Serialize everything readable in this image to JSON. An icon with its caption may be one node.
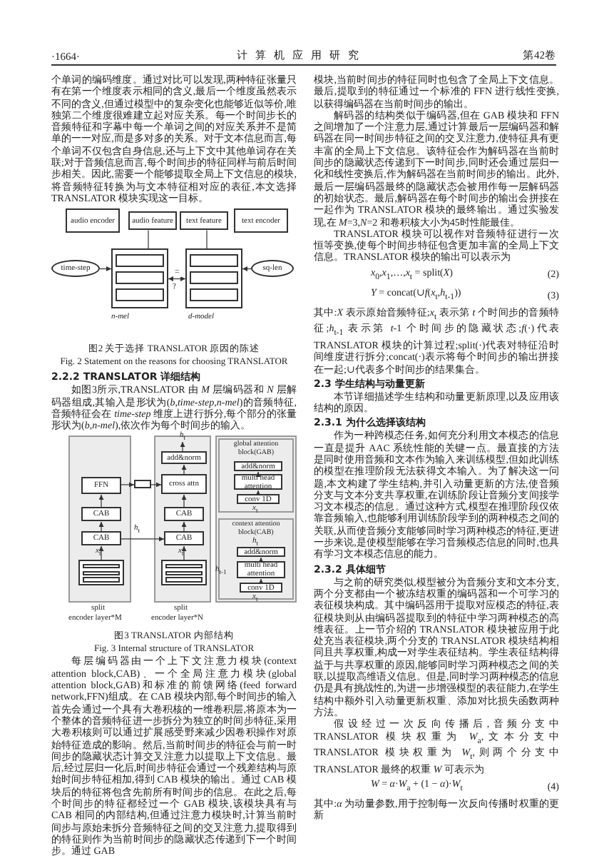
{
  "diagram": {
    "nodes": [
      {
        "text": [
          "audio encoder"
        ]
      },
      {
        "text": [
          "audio feature"
        ]
      },
      {
        "text": [
          "text feature"
        ]
      },
      {
        "text": [
          "text encoder"
        ]
      },
      {
        "text": [
          "time-step"
        ]
      },
      {
        "text": [
          "sq-len"
        ]
      },
      {
        "text": [],
        "shape": "box"
      },
      {
        "text": [],
        "shape": "box"
      },
      {
        "text": [],
        "shape": "box"
      },
      {
        "text": [
          "FFN"
        ],
        "in": 8
      },
      {
        "text": [
          "CAB"
        ],
        "in": 8
      },
      {
        "text": [
          "CAB"
        ],
        "in": 8
      },
      {
        "text": [],
        "shape": "box",
        "in": 8
      },
      {
        "text": [],
        "shape": "box"
      },
      {
        "text": [
          "add&norm"
        ],
        "in": 13
      },
      {
        "text": [
          "cross attn"
        ],
        "in": 13
      },
      {
        "text": [
          "CAB"
        ],
        "in": 13
      },
      {
        "text": [
          "CAB"
        ],
        "in": 13
      },
      {
        "text": [],
        "shape": "box",
        "in": 13
      },
      {
        "text": [
          "global attention block(GAB)"
        ]
      },
      {
        "text": [
          "add&norm"
        ],
        "in": 19
      },
      {
        "text": [
          "multi head attention"
        ],
        "in": 19
      },
      {
        "text": [
          "conv 1D"
        ],
        "in": 19
      },
      {
        "text": [
          "context attention block(CAB)"
        ]
      },
      {
        "text": [
          "add&norm"
        ],
        "in": 23
      },
      {
        "text": [
          "multi head attention"
        ],
        "in": 23
      },
      {
        "text": [
          "conv 1D"
        ],
        "in": 23
      },
      {
        "text": [],
        "shape": "box"
      },
      {
        "text": [
          "*h*$_{t}$"
        ]
      }
    ],
    "edges": [
      {
        "from": 1,
        "to": 6,
        "arrow": "none"
      },
      {
        "from": 2,
        "to": 7,
        "arrow": "none"
      },
      {
        "from": 4,
        "to": 6,
        "arrow": "to"
      },
      {
        "from": 5,
        "to": 7,
        "arrow": "to"
      },
      {
        "from": 6,
        "to": 7,
        "arrow": "both",
        "label": "="
      },
      {
        "from": 12,
        "to": 11,
        "arrow": "to"
      },
      {
        "from": 11,
        "to": 10,
        "arrow": "to"
      },
      {
        "from": 10,
        "to": 9,
        "arrow": "to"
      },
      {
        "from": 9,
        "to": 27,
        "arrow": "to"
      },
      {
        "from": 27,
        "to": 15,
        "arrow": "to"
      },
      {
        "from": 18,
        "to": 17,
        "arrow": "to"
      },
      {
        "from": 17,
        "to": 16,
        "arrow": "to"
      },
      {
        "from": 16,
        "to": 15,
        "arrow": "to"
      },
      {
        "from": 15,
        "to": 14,
        "arrow": "to"
      },
      {
        "from": 14,
        "to": 28,
        "arrow": "to"
      },
      {
        "from": 11,
        "to": 17,
        "arrow": "to"
      },
      {
        "from": 22,
        "to": 21,
        "arrow": "to"
      },
      {
        "from": 21,
        "to": 20,
        "arrow": "to"
      },
      {
        "from": 26,
        "to": 25,
        "arrow": "to"
      },
      {
        "from": 25,
        "to": 24,
        "arrow": "to"
      }
    ],
    "labels": [
      "·1664·",
      "计算机应用研究",
      "第42卷",
      "个单词的编码维度。通过对比可以发现,两种特征张量只有在第一个维度表示相同的含义,最后一个维度虽然表示不同的含义,但通过模型中的复杂变化也能够近似等价,唯独第二个维度很难建立起对应关系。每一个时间步长的音频特征和字幕中每一个单词之间的对应关系并不是简单的一一对应,而是多对多的关系。对于文本信息而言,每个单词不仅包含自身信息,还与上下文中其他单词存在关联;对于音频信息而言,每个时间步的特征同样与前后时间步相关。因此,需要一个能够提取全局上下文信息的模块,将音频特征转换为与文本特征相对应的表征,本文选择 TRANSLATOR 模块实现这一目标。",
      "*n-mel*",
      "*d-model*",
      "?",
      "图2 关于选择 TRANSLATOR 原因的陈述",
      "Fig. 2 Statement on the reasons for choosing TRANSLATOR",
      "2.2.2 TRANSLATOR 详细结构",
      "如图3所示,TRANSLATOR 由 *M* 层编码器和 *N* 层解码器组成,其输入是形状为(*b*,*time-step*,*n-mel*)的音频特征,音频特征会在 *time-step* 维度上进行拆分,每个部分的张量形状为(*b*,*n-mel*),依次作为每个时间步的输入。",
      "*x*$_{t}$",
      "*h*$_{t}$",
      "split",
      "encoder layer*M",
      "*x*$_{t}$",
      "split",
      "encoder layer*N",
      "*x*$_{t}$",
      "*h*$_{t}$",
      "*h*$_{t-1}$",
      "*x*$_{t}$",
      "图3 TRANSLATOR 内部结构",
      "Fig. 3 Internal structure of TRANSLATOR",
      "每层编码器由一个上下文注意力模块(context attention block,CAB)、一个全局注意力模块(global attention block,GAB)和标准的前馈网络(feed forward network,FFN)组成。在 CAB 模块内部,每个时间步的输入首先会通过一个具有大卷积核的一维卷积层,将原本为一个整体的音频特征进一步拆分为独立的时间步特征,采用大卷积核则可以通过扩展感受野来减少因卷积操作对原始特征造成的影响。然后,当前时间步的特征会与前一时间步的隐藏状态计算交叉注意力以提取上下文信息。最后,经过层归一化后,时间步特征会通过一个残差结构与原始时间步特征相加,得到 CAB 模块的输出。通过 CAB 模块后的特征将包含先前所有时间步的信息。在此之后,每个时间步的特征都经过一个 GAB 模块,该模块具有与 CAB 相同的内部结构,但通过注意力模块时,计算当前时间步与原始未拆分音频特征之间的交叉注意力,提取得到的特征则作为当前时间步的隐藏状态传递到下一个时间步。通过 GAB",
      "模块,当前时间步的特征同时也包含了全局上下文信息。最后,提取到的特征通过一个标准的 FFN 进行线性变换,以获得编码器在当前时间步的输出。",
      "解码器的结构类似于编码器,但在 GAB 模块和 FFN 之间增加了一个注意力层,通过计算最后一层编码器和解码器在同一时间步特征之间的交叉注意力,使特征具有更丰富的全局上下文信息。该特征会作为解码器在当前时间步的隐藏状态传递到下一时间步,同时还会通过层归一化和线性变换后,作为解码器在当前时间步的输出。此外,最后一层编码器最终的隐藏状态会被用作每一层解码器的初始状态。最后,解码器在每个时间步的输出会拼接在一起作为 TRANSLATOR 模块的最终输出。通过实验发现,在 *M*=3,*N*=2 和卷积核大小为45时性能最佳。",
      "TRANSLATOR 模块可以视作对音频特征进行一次恒等变换,使每个时间步特征包含更加丰富的全局上下文信息。TRANSLATOR 模块的输出可以表示为",
      "*x*$_{0}$,*x*$_{1}$,…,*x*$_{t}$ = split(*X*)",
      "(2)",
      "*Y* = concat(∪*f*(*x*$_{t}$,*h*$_{t-1}$))",
      "(3)",
      "其中:*X* 表示原始音频特征;*x*$_{t}$ 表示第 *t* 个时间步的音频特征;*h*$_{t-1}$ 表示第 *t*-1 个时间步的隐藏状态;*f*(·)代表 TRANSLATOR 模块的计算过程;split(·)代表对特征沿时间维度进行拆分;concat(·)表示将每个时间步的输出拼接在一起;∪代表多个时间步的结果集合。",
      "2.3 学生结构与动量更新",
      "本节详细描述学生结构和动量更新原理,以及应用该结构的原因。",
      "2.3.1 为什么选择该结构",
      "作为一种跨模态任务,如何充分利用文本模态的信息一直是提升 AAC 系统性能的关键一点。最直接的方法是同时使用音频和文本作为输入来训练模型,但如此训练的模型在推理阶段无法获得文本输入。为了解决这一问题,本文构建了学生结构,并引入动量更新的方法,使音频分支与文本分支共享权重,在训练阶段让音频分支间接学习文本模态的信息。通过这种方式,模型在推理阶段仅依靠音频输入,也能够利用训练阶段学到的两种模态之间的关联,从而使音频分支能够同时学习两种模态的特征,更进一步来说,是使模型能够在学习音频模态信息的同时,也具有学习文本模态信息的能力。",
      "2.3.2 具体细节",
      "与之前的研究类似,模型被分为音频分支和文本分支,两个分支都由一个被冻结权重的编码器和一个可学习的表征模块构成。其中编码器用于提取对应模态的特征,表征模块则从由编码器提取到的特征中学习两种模态的高维表征。上一节介绍的 TRANSLATOR 模块被应用于此处充当表征模块,两个分支的 TRANSLATOR 模块结构相同且共享权重,构成一对学生表征结构。学生表征结构得益于与共享权重的原因,能够同时学习两种模态之间的关联,以提取高维语义信息。但是,同时学习两种模态的信息仍是具有挑战性的,为进一步增强模型的表征能力,在学生结构中额外引入动量更新权重、添加对比损失函数两种方法。",
      "假设经过一次反向传播后,音频分支中 TRANSLATOR 模块权重为 *W*$_{a}$,文本分支中 TRANSLATOR 模块权重为 *W*$_{t}$,则两个分支中 TRANSLATOR 最终的权重 *W* 可表示为",
      "*W* = *α*·*W*$_{a}$ + (1 − *α*)·*W*$_{t}$",
      "(4)",
      "其中:*α* 为动量参数,用于控制每一次反向传播时权重的更新"
    ]
  }
}
